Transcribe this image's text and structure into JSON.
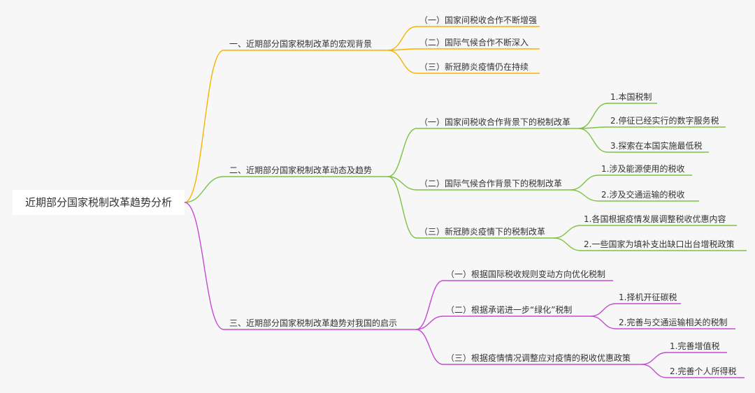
{
  "root": "近期部分国家税制改革趋势分析",
  "branches": [
    {
      "label": "一、近期部分国家税制改革的宏观背景",
      "color": "#f5b300",
      "children": [
        {
          "label": "（一）国家间税收合作不断增强",
          "children": []
        },
        {
          "label": "（二）国际气候合作不断深入",
          "children": []
        },
        {
          "label": "（三）新冠肺炎疫情仍在持续",
          "children": []
        }
      ]
    },
    {
      "label": "二、近期部分国家税制改革动态及趋势",
      "color": "#7dc242",
      "children": [
        {
          "label": "（一）国家间税收合作背景下的税制改革",
          "children": [
            "1.本国税制",
            "2.停征已经实行的数字服务税",
            "3.探索在本国实施最低税"
          ]
        },
        {
          "label": "（二）国际气候合作背景下的税制改革",
          "children": [
            "1.涉及能源使用的税收",
            "2.涉及交通运输的税收"
          ]
        },
        {
          "label": "（三）新冠肺炎疫情下的税制改革",
          "children": [
            "1.各国根据疫情发展调整税收优惠内容",
            "2.一些国家为填补支出缺口出台增税政策"
          ]
        }
      ]
    },
    {
      "label": "三、近期部分国家税制改革趋势对我国的启示",
      "color": "#c54bd1",
      "children": [
        {
          "label": "（一）根据国际税收规则变动方向优化税制",
          "children": []
        },
        {
          "label": "（二）根据承诺进一步“绿化”税制",
          "children": [
            "1.择机开征碳税",
            "2.完善与交通运输相关的税制"
          ]
        },
        {
          "label": "（三）根据疫情情况调整应对疫情的税收优惠政策",
          "children": [
            "1.完善增值税",
            "2.完善个人所得税"
          ]
        }
      ]
    }
  ]
}
